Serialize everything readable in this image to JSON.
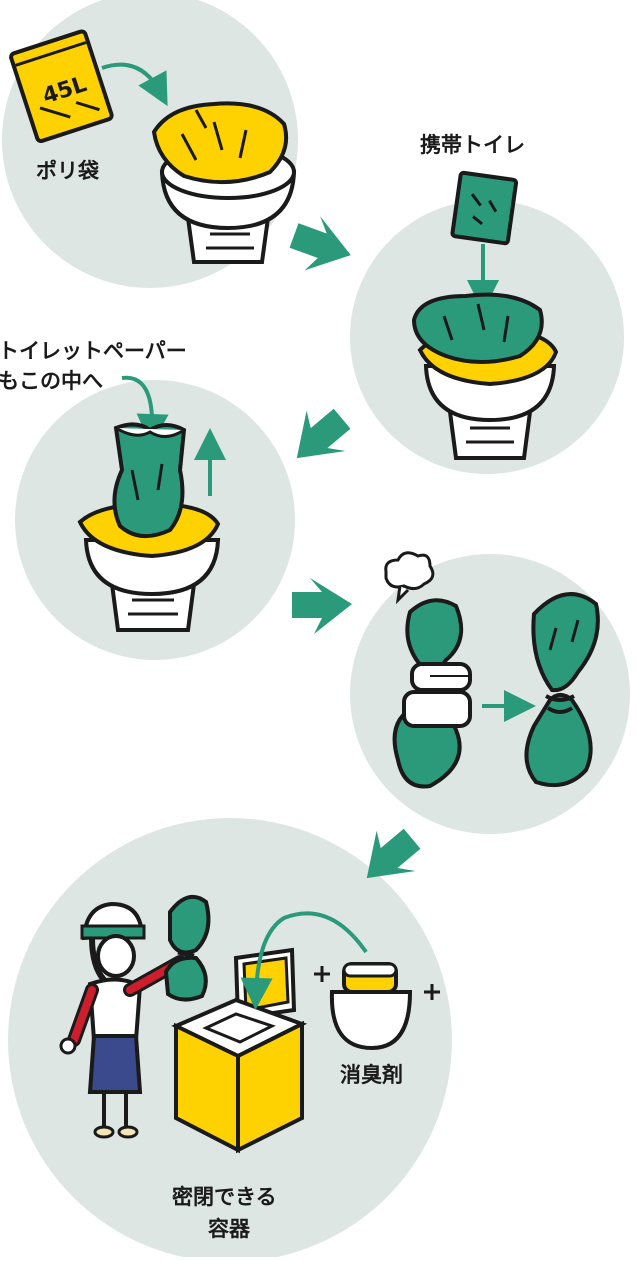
{
  "labels": {
    "plastic_bag": "ポリ袋",
    "bag_size": "45L",
    "portable_toilet": "携帯トイレ",
    "toilet_paper_line1": "トイレットペーパー",
    "toilet_paper_line2": "もこの中へ",
    "deodorant": "消臭剤",
    "sealed_container_line1": "密閉できる",
    "sealed_container_line2": "容器"
  },
  "colors": {
    "circle": "#dde6e2",
    "teal": "#2a9a7a",
    "yellow": "#fed100",
    "outline": "#1a1a1a",
    "white": "#ffffff",
    "red": "#cc1e2d",
    "navy": "#3a4a8c"
  }
}
